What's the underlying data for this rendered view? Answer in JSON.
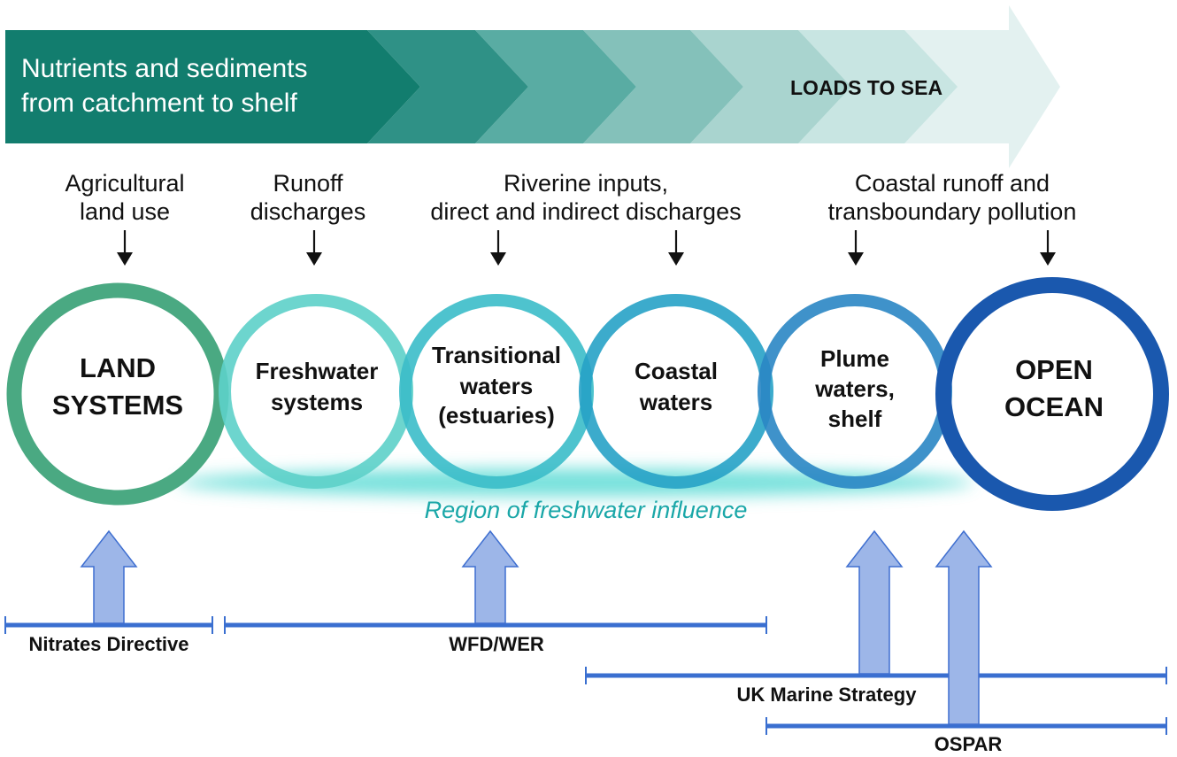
{
  "banner": {
    "title_line1": "Nutrients and sediments",
    "title_line2": "from catchment to shelf",
    "loads_label": "LOADS TO SEA"
  },
  "inputs": [
    {
      "line1": "Agricultural",
      "line2": "land use"
    },
    {
      "line1": "Runoff",
      "line2": "discharges"
    },
    {
      "line1": "Riverine inputs,",
      "line2": "direct and indirect discharges"
    },
    {
      "line1": "Coastal runoff and",
      "line2": "transboundary pollution"
    }
  ],
  "systems": [
    {
      "lines": [
        "LAND",
        "SYSTEMS"
      ],
      "color": "#4aa982"
    },
    {
      "lines": [
        "Freshwater",
        "systems"
      ],
      "color": "#5dd0c9"
    },
    {
      "lines": [
        "Transitional",
        "waters",
        "(estuaries)"
      ],
      "color": "#3bbdc9"
    },
    {
      "lines": [
        "Coastal",
        "waters"
      ],
      "color": "#27a2c6"
    },
    {
      "lines": [
        "Plume",
        "waters,",
        "shelf"
      ],
      "color": "#2a86c4"
    },
    {
      "lines": [
        "OPEN",
        "OCEAN"
      ],
      "color": "#1a58ae"
    }
  ],
  "region_label": "Region of freshwater influence",
  "policies": [
    {
      "label": "Nitrates Directive"
    },
    {
      "label": "WFD/WER"
    },
    {
      "label": "UK Marine Strategy"
    },
    {
      "label": "OSPAR"
    }
  ],
  "colors": {
    "banner_start": "#127d6e",
    "banner_end": "#e3f1f0",
    "policy_bar": "#3a6fd0",
    "policy_arrow_fill": "#9db6e8",
    "policy_arrow_stroke": "#3f6fd0",
    "region_glow": "#5fdcd6"
  }
}
